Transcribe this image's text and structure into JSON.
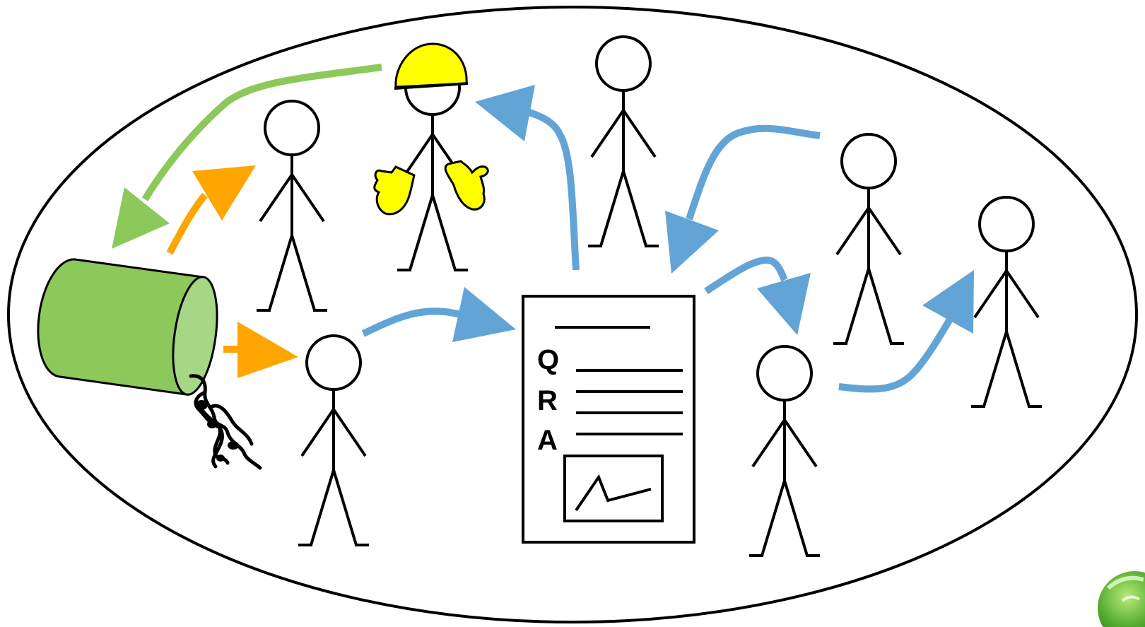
{
  "colors": {
    "outline": "#000000",
    "background": "#ffffff",
    "barrel_body": "#8dc85a",
    "barrel_end": "#a6d784",
    "orange_arrow": "#ffa500",
    "green_arrow": "#8cc85a",
    "blue_arrow": "#62a4d6",
    "safety_yellow": "#ffff00",
    "corner_logo": "#4fa82a"
  },
  "icons": {
    "barrel": "leaking-barrel-icon",
    "spill": "chemical-spill-icon",
    "hard_hat": "hard-hat-icon",
    "gloves": "protective-gloves-icon",
    "document": "report-document-icon",
    "chart": "line-chart-icon",
    "logo": "green-sphere-logo-icon"
  },
  "document": {
    "letters": [
      "Q",
      "R",
      "A"
    ]
  }
}
